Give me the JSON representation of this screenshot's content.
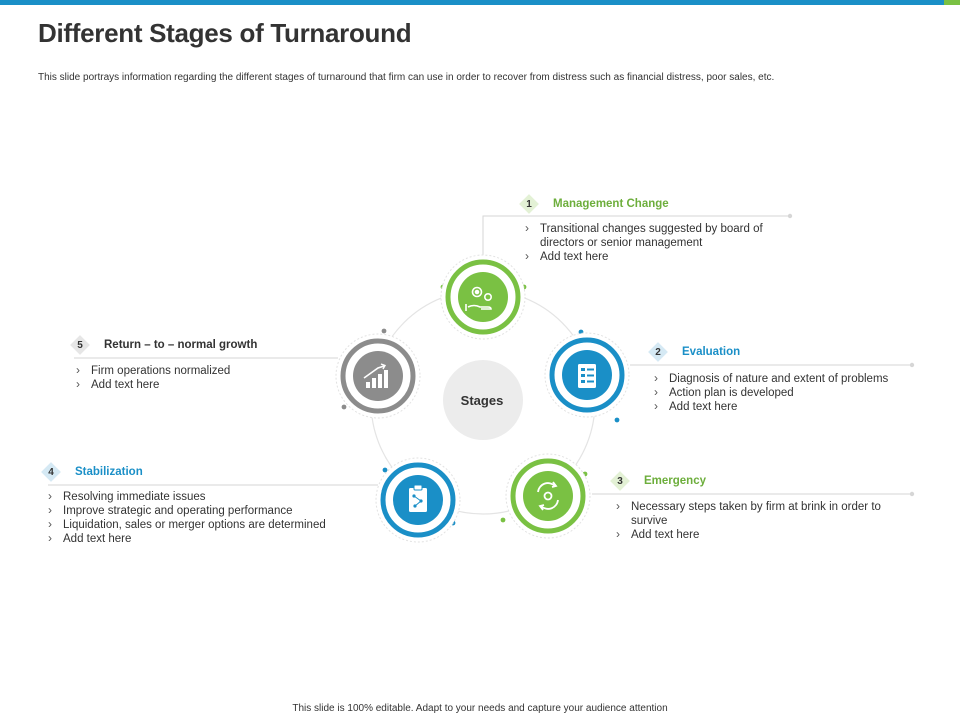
{
  "header": {
    "title": "Different Stages of Turnaround",
    "subtitle": "This slide portrays information regarding the different stages of turnaround that firm can use in order to recover from distress such as financial distress, poor sales, etc."
  },
  "center": {
    "label": "Stages"
  },
  "stages": [
    {
      "number": "1",
      "title": "Management Change",
      "icon": "gears-hand-icon",
      "color": "#7ac143",
      "bullets": [
        "Transitional changes suggested by board of directors or senior management",
        "Add text here"
      ]
    },
    {
      "number": "2",
      "title": "Evaluation",
      "icon": "checklist-icon",
      "color": "#1a8fc7",
      "bullets": [
        "Diagnosis of nature and extent of problems",
        "Action plan is developed",
        "Add text here"
      ]
    },
    {
      "number": "3",
      "title": "Emergency",
      "icon": "refresh-gear-icon",
      "color": "#7ac143",
      "bullets": [
        "Necessary steps taken by firm at brink in order to survive",
        "Add text here"
      ]
    },
    {
      "number": "4",
      "title": "Stabilization",
      "icon": "clipboard-flow-icon",
      "color": "#1a8fc7",
      "bullets": [
        "Resolving immediate issues",
        "Improve strategic and operating performance",
        "Liquidation, sales or merger options are determined",
        "Add text here"
      ]
    },
    {
      "number": "5",
      "title": "Return – to – normal growth",
      "icon": "growth-chart-icon",
      "color": "#8c8c8c",
      "bullets": [
        "Firm operations normalized",
        "Add text here"
      ]
    }
  ],
  "footer": {
    "text": "This slide is 100% editable.  Adapt to your needs and capture your audience attention"
  }
}
